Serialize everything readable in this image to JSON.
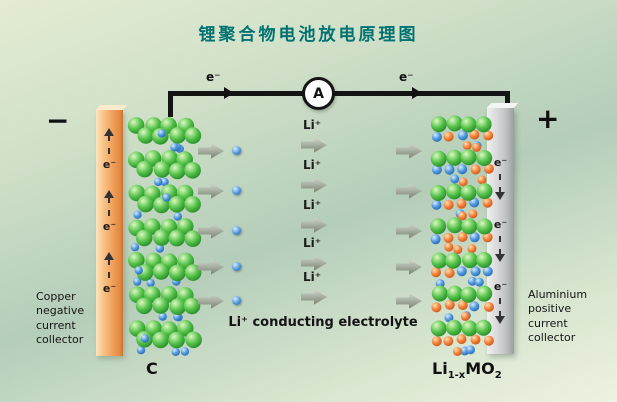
{
  "title": "锂聚合物电池放电原理图",
  "circuit": {
    "ammeter": "A",
    "electron_left": "e⁻",
    "electron_right": "e⁻"
  },
  "terminals": {
    "negative": "−",
    "positive": "+"
  },
  "left_collector": {
    "electrons": [
      "e⁻",
      "e⁻",
      "e⁻"
    ],
    "caption_lines": [
      "Copper",
      "negative",
      "current",
      "collector"
    ]
  },
  "right_collector": {
    "electrons": [
      "e⁻",
      "e⁻",
      "e⁻"
    ],
    "caption_lines": [
      "Aluminium",
      "positive",
      "current",
      "collector"
    ]
  },
  "electrolyte": {
    "ion_labels": [
      "Li⁺",
      "Li⁺",
      "Li⁺",
      "Li⁺",
      "Li⁺"
    ],
    "caption": "Li⁺ conducting electrolyte"
  },
  "electrodes": {
    "anode_label": "C",
    "cathode": {
      "base1": "Li",
      "sub1": "1-x",
      "base2": "MO",
      "sub2": "2"
    }
  },
  "colors": {
    "title_text": "#007272",
    "copper_collector": "#f0a25c",
    "aluminium_collector": "#bfc3c3",
    "graphite_sphere_green": "#55c24a",
    "lithium_ion_blue": "#4f97dd",
    "metal_oxide_orange": "#f2803a",
    "wire_black": "#141414"
  }
}
